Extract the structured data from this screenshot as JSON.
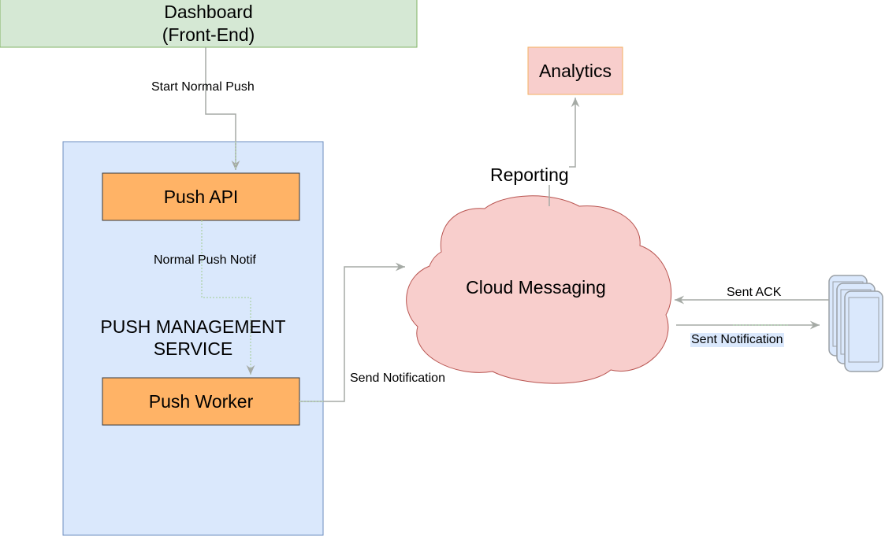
{
  "nodes": {
    "dashboard": {
      "line1": "Dashboard",
      "line2": "(Front-End)",
      "fill": "#d5e8d4",
      "stroke": "#82b366"
    },
    "service": {
      "line1": "PUSH MANAGEMENT",
      "line2": "SERVICE",
      "fill": "#dae8fc",
      "stroke": "#6c8ebf"
    },
    "push_api": {
      "label": "Push API",
      "fill": "#ffb366",
      "stroke": "#36393d"
    },
    "push_worker": {
      "label": "Push Worker",
      "fill": "#ffb366",
      "stroke": "#36393d"
    },
    "analytics": {
      "label": "Analytics",
      "fill": "#f8cecc",
      "stroke": "#f5b061"
    },
    "cloud": {
      "label": "Cloud Messaging",
      "fill": "#f8cecc",
      "stroke": "#b85450"
    },
    "devices": {
      "icon": "mobile-devices-icon",
      "fill": "#dae8fc",
      "stroke": "#9aa0a6"
    }
  },
  "edges": {
    "start_push": "Start Normal Push",
    "normal_notif": "Normal Push Notif",
    "send_notification": "Send Notification",
    "reporting": "Reporting",
    "sent_ack": "Sent ACK",
    "sent_notification": "Sent Notification"
  },
  "colors": {
    "edge": "#a5aaa5",
    "dashed": "#b5d5b5",
    "label_bg": "#dae8fc"
  }
}
